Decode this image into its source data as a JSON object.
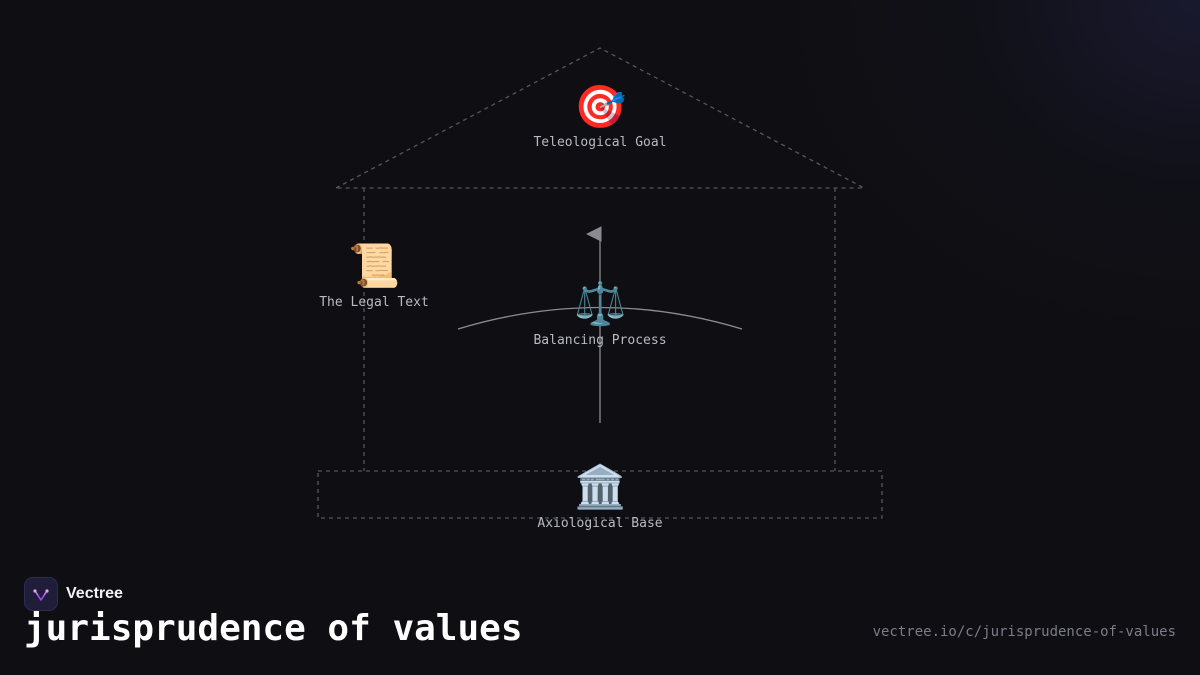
{
  "diagram": {
    "nodes": {
      "goal": {
        "icon": "🎯",
        "icon_name": "target-icon",
        "label": "Teleological Goal"
      },
      "text": {
        "icon": "📜",
        "icon_name": "scroll-icon",
        "label": "The Legal Text"
      },
      "balancing": {
        "icon": "⚖️",
        "icon_name": "scales-icon",
        "label": "Balancing Process"
      },
      "base": {
        "icon": "🏛️",
        "icon_name": "classical-building-icon",
        "label": "Axiological Base"
      }
    }
  },
  "footer": {
    "brand_name": "Vectree",
    "title": "jurisprudence of values",
    "url": "vectree.io/c/jurisprudence-of-values"
  },
  "colors": {
    "background": "#0f0f13",
    "outline": "#55555c",
    "arrow": "#8a8a90",
    "label": "#b9b9c2",
    "logo_accent": "#a04bd8"
  }
}
